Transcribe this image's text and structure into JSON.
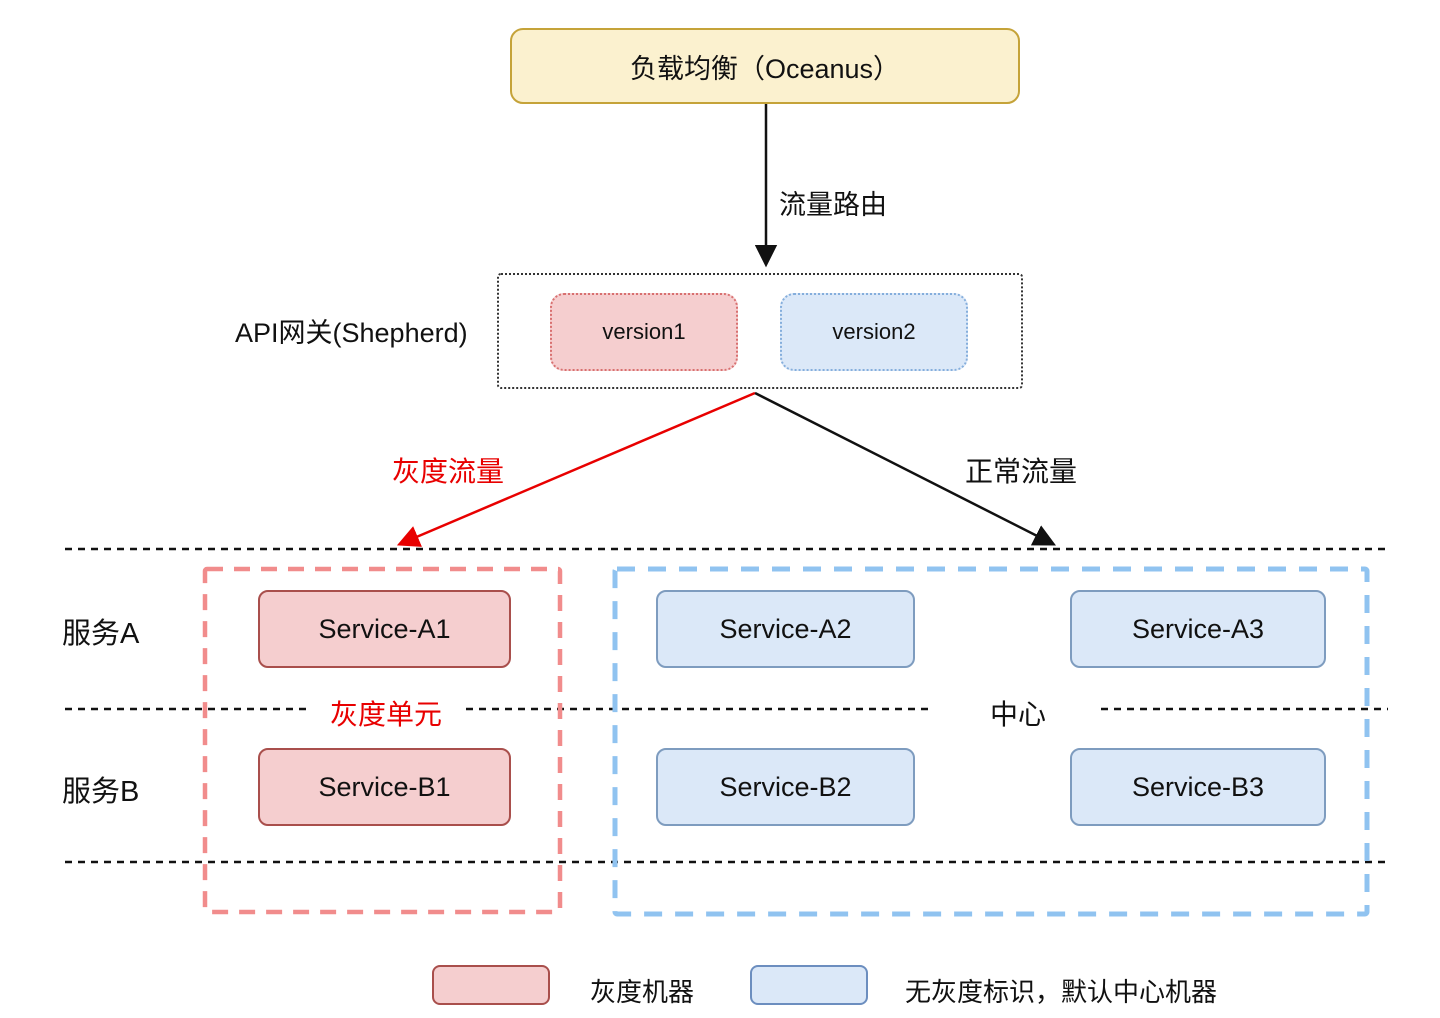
{
  "nodes": {
    "load_balancer": "负载均衡（Oceanus）",
    "gateway_label": "API网关(Shepherd)",
    "version1": "version1",
    "version2": "version2"
  },
  "edges": {
    "route": "流量路由",
    "gray": "灰度流量",
    "normal": "正常流量"
  },
  "rows": {
    "a": "服务A",
    "b": "服务B"
  },
  "units": {
    "gray": "灰度单元",
    "center": "中心"
  },
  "services": {
    "a1": "Service-A1",
    "a2": "Service-A2",
    "a3": "Service-A3",
    "b1": "Service-B1",
    "b2": "Service-B2",
    "b3": "Service-B3"
  },
  "legend": {
    "gray": "灰度机器",
    "normal": "无灰度标识，默认中心机器"
  },
  "colors": {
    "yellow_fill": "#FBF1CF",
    "yellow_border": "#C5A339",
    "pink_fill": "#F5CECF",
    "pink_border": "#A94F4C",
    "pink_dotted_border": "#D87070",
    "red_accent": "#E80000",
    "red_dash_frame": "#F18C8C",
    "blue_fill": "#DBE8F8",
    "blue_border": "#7E9CBF",
    "blue_dotted_border": "#85AEDC",
    "blue_dash_frame": "#90C3F0",
    "line_black": "#111111"
  }
}
